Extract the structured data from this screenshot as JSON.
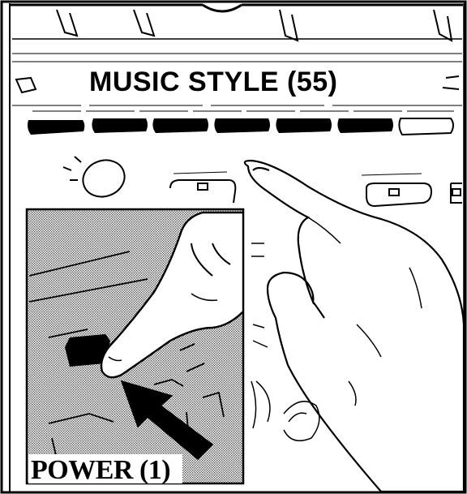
{
  "labels": {
    "music_style": "MUSIC STYLE (55)",
    "power": "POWER (1)"
  },
  "style_buttons": [
    {
      "state": "dark"
    },
    {
      "state": "dark"
    },
    {
      "state": "dark"
    },
    {
      "state": "dark"
    },
    {
      "state": "dark"
    },
    {
      "state": "dark"
    },
    {
      "state": "light"
    }
  ],
  "colors": {
    "ink": "#000000",
    "paper": "#ffffff",
    "inset_shade": "#c8c8c8"
  }
}
